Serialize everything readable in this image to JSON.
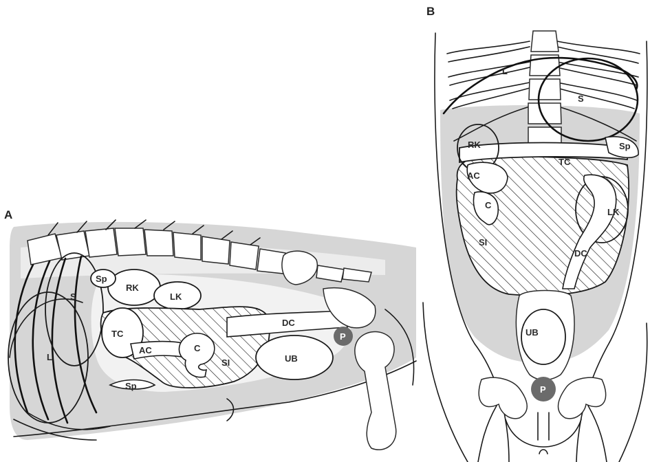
{
  "panels": {
    "lateral": {
      "letter": "A",
      "labels": {
        "S": "S",
        "L": "L",
        "Sp_dorsal": "Sp",
        "RK": "RK",
        "LK": "LK",
        "TC": "TC",
        "AC": "AC",
        "C": "C",
        "SI": "SI",
        "DC": "DC",
        "UB": "UB",
        "P": "P",
        "Sp_ventral": "Sp"
      }
    },
    "ventrodorsal": {
      "letter": "B",
      "labels": {
        "L": "L",
        "S": "S",
        "RK": "RK",
        "Sp": "Sp",
        "TC": "TC",
        "AC": "AC",
        "C": "C",
        "SI": "SI",
        "LK": "LK",
        "DC": "DC",
        "UB": "UB",
        "P": "P"
      }
    }
  },
  "colors": {
    "abdomen_shading": "#d6d6d6",
    "outline": "#1a1a1a",
    "prostate": "#6b6b6b"
  }
}
